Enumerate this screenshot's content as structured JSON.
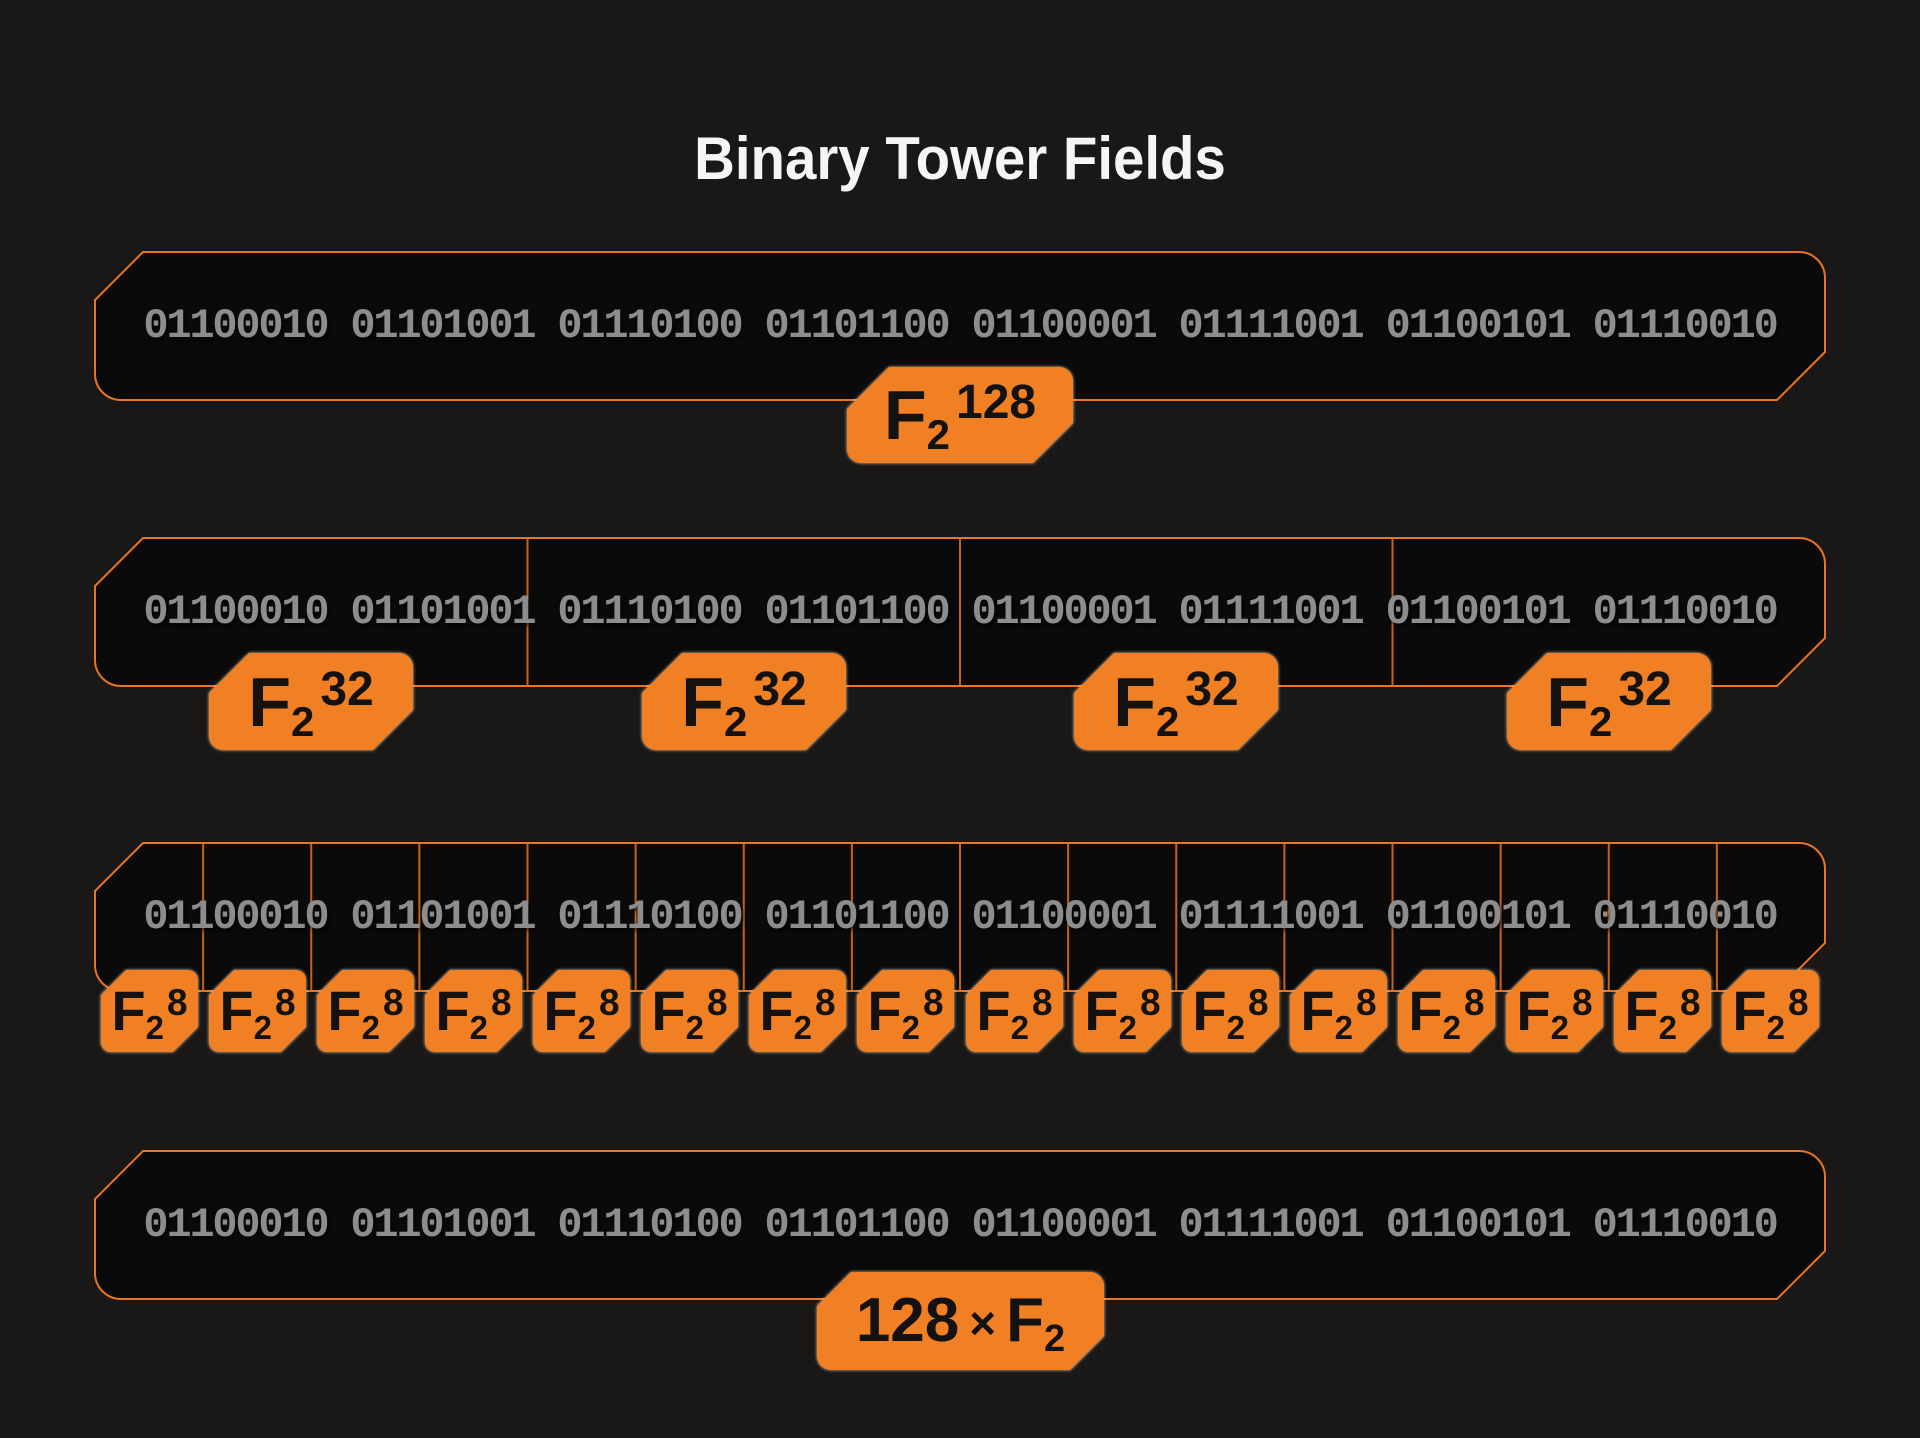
{
  "title": "Binary Tower Fields",
  "rows": [
    {
      "name": "f2-128",
      "segments": 1,
      "binary": "01100010 01101001 01110100 01101100 01100001 01111001 01100101 01110010",
      "labels": [
        {
          "base": "F",
          "sub": "2",
          "sup": "128"
        }
      ]
    },
    {
      "name": "f2-32",
      "segments": 4,
      "binary": "01100010 01101001 01110100 01101100 01100001 01111001 01100101 01110010",
      "labels": [
        {
          "base": "F",
          "sub": "2",
          "sup": "32"
        },
        {
          "base": "F",
          "sub": "2",
          "sup": "32"
        },
        {
          "base": "F",
          "sub": "2",
          "sup": "32"
        },
        {
          "base": "F",
          "sub": "2",
          "sup": "32"
        }
      ]
    },
    {
      "name": "f2-8",
      "segments": 16,
      "binary": "01100010 01101001 01110100 01101100 01100001 01111001 01100101 01110010",
      "labels": [
        {
          "base": "F",
          "sub": "2",
          "sup": "8"
        },
        {
          "base": "F",
          "sub": "2",
          "sup": "8"
        },
        {
          "base": "F",
          "sub": "2",
          "sup": "8"
        },
        {
          "base": "F",
          "sub": "2",
          "sup": "8"
        },
        {
          "base": "F",
          "sub": "2",
          "sup": "8"
        },
        {
          "base": "F",
          "sub": "2",
          "sup": "8"
        },
        {
          "base": "F",
          "sub": "2",
          "sup": "8"
        },
        {
          "base": "F",
          "sub": "2",
          "sup": "8"
        },
        {
          "base": "F",
          "sub": "2",
          "sup": "8"
        },
        {
          "base": "F",
          "sub": "2",
          "sup": "8"
        },
        {
          "base": "F",
          "sub": "2",
          "sup": "8"
        },
        {
          "base": "F",
          "sub": "2",
          "sup": "8"
        },
        {
          "base": "F",
          "sub": "2",
          "sup": "8"
        },
        {
          "base": "F",
          "sub": "2",
          "sup": "8"
        },
        {
          "base": "F",
          "sub": "2",
          "sup": "8"
        },
        {
          "base": "F",
          "sub": "2",
          "sup": "8"
        }
      ]
    },
    {
      "name": "f2",
      "segments": 1,
      "binary": "01100010 01101001 01110100 01101100 01100001 01111001 01100101 01110010",
      "labels": [
        {
          "prefix": "128",
          "times": "×",
          "base": "F",
          "sub": "2"
        }
      ]
    }
  ],
  "colors": {
    "background": "#1a1816",
    "box_fill": "#0a0a0a",
    "box_border": "#ea7420",
    "divider": "#c4641a",
    "binary_text": "#8d8d8d",
    "label_fill": "#f18024",
    "label_text": "#141210",
    "title_text": "#f5f5f5"
  }
}
